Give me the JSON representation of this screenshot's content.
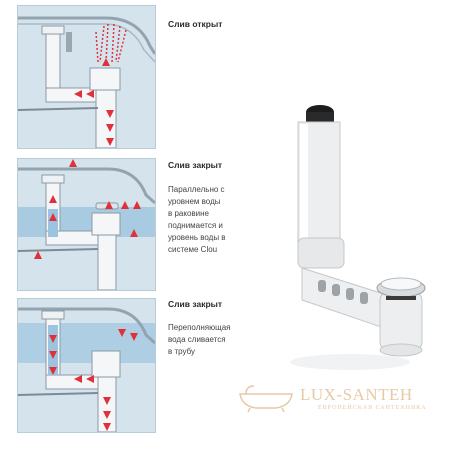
{
  "panels": [
    {
      "title": "Слив открыт",
      "text_lines": []
    },
    {
      "title": "Слив закрыт",
      "text_lines": [
        "Параллельно с",
        "уровнем воды",
        "в раковине",
        "поднимается и",
        "уровень воды в",
        "системе Clou"
      ]
    },
    {
      "title": "Слив закрыт",
      "text_lines": [
        "Переполняющая",
        "вода сливается",
        "в трубу"
      ]
    }
  ],
  "watermark": {
    "brand": "LUX-SANTEH",
    "tagline": "ЕВРОПЕЙСКАЯ САНТЕХНИКА"
  },
  "colors": {
    "panel_bg": "#d5e3ec",
    "pipe": "#f4f6f8",
    "arrow": "#e0313b",
    "water": "#9cc4e0"
  }
}
